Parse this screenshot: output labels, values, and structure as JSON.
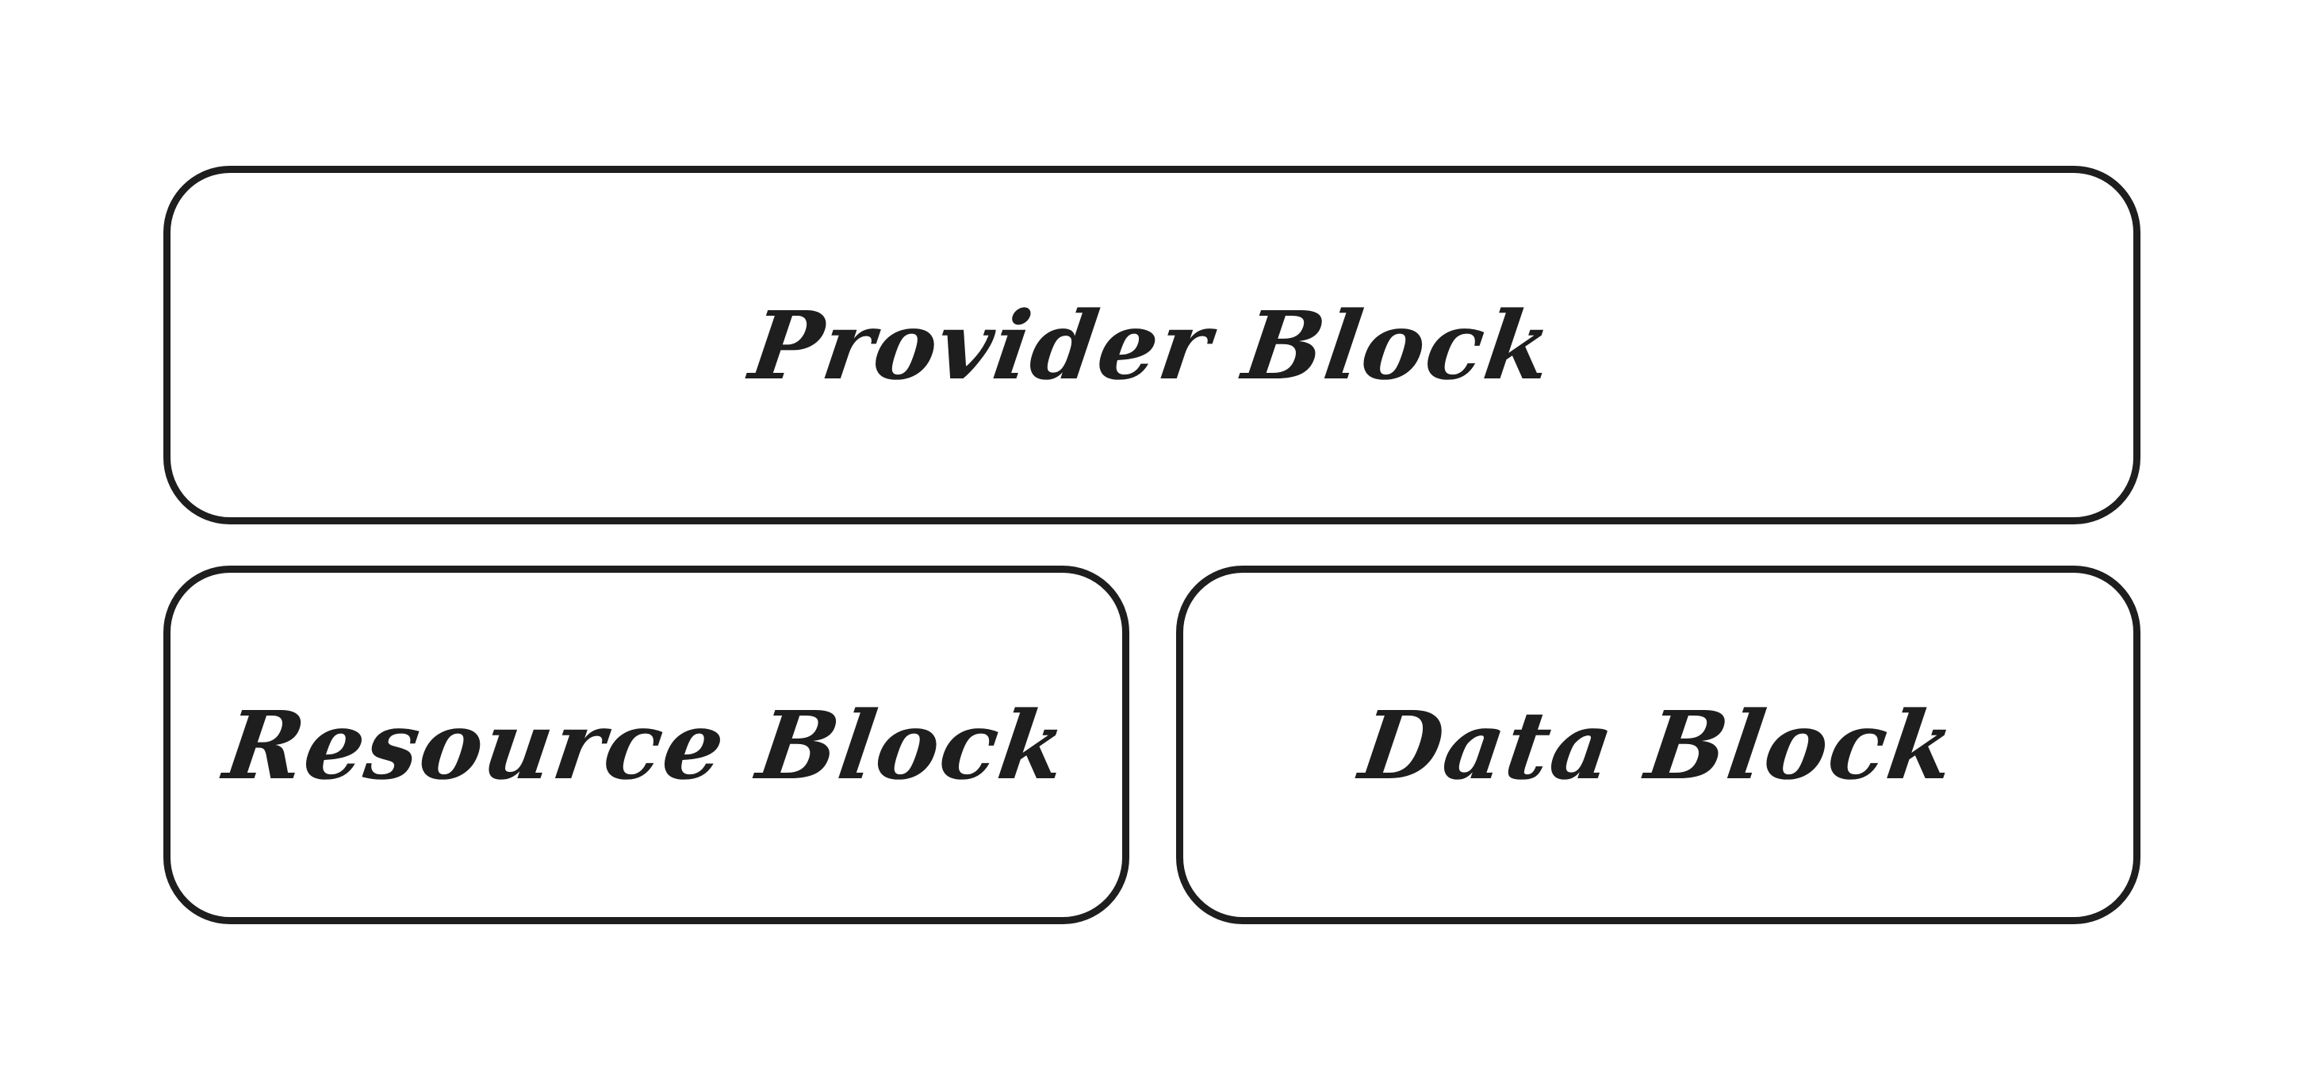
{
  "diagram": {
    "blocks": [
      {
        "id": "provider",
        "label": "Provider Block"
      },
      {
        "id": "resource",
        "label": "Resource Block"
      },
      {
        "id": "data",
        "label": "Data Block"
      }
    ],
    "colors": {
      "stroke": "#1e1e1e",
      "background": "#ffffff",
      "text": "#1e1e1e"
    }
  }
}
